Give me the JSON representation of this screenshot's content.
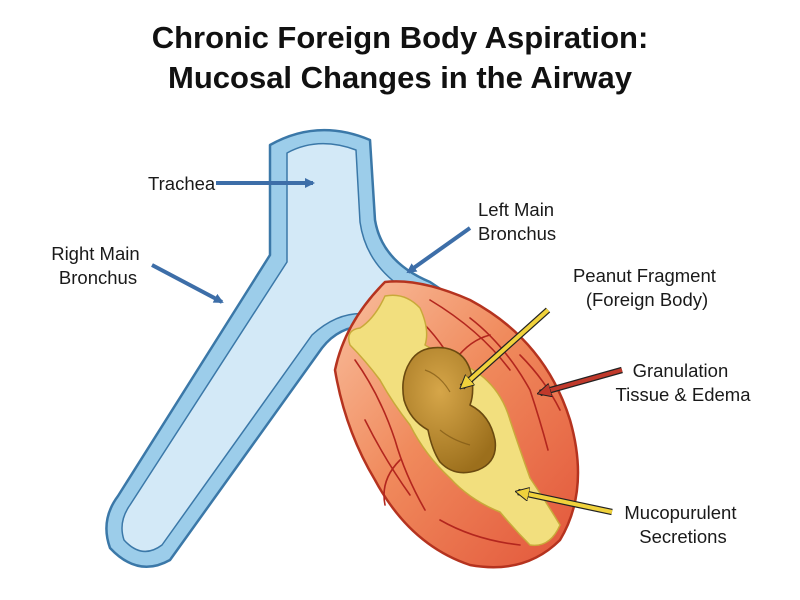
{
  "title": {
    "line1": "Chronic Foreign Body Aspiration:",
    "line2": "Mucosal Changes in the Airway"
  },
  "labels": {
    "trachea": "Trachea",
    "left_main_bronchus": [
      "Left Main",
      "Bronchus"
    ],
    "right_main_bronchus": [
      "Right Main",
      "Bronchus"
    ],
    "peanut_fragment": [
      "Peanut Fragment",
      "(Foreign Body)"
    ],
    "granulation_tissue": [
      "Granulation",
      "Tissue & Edema"
    ],
    "mucopurulent_secretions": [
      "Mucopurulent",
      "Secretions"
    ]
  },
  "colors": {
    "airway_fill": "#d3e9f7",
    "airway_wall": "#9ccdea",
    "airway_outline": "#3b78a8",
    "inflamed_tissue": "#ef7f52",
    "inflamed_outline": "#b5331f",
    "blood_vessels": "#b3261e",
    "secretions": "#f2df7e",
    "peanut": "#b98a2b",
    "arrow_blue": "#3d6ea8",
    "arrow_yellow": "#f0d23c",
    "arrow_red": "#c0392b"
  }
}
